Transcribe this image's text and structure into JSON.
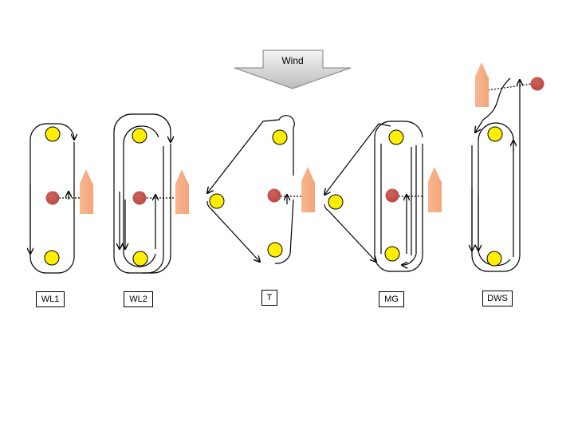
{
  "wind": {
    "label": "Wind"
  },
  "courses": [
    {
      "id": "wl1",
      "label": "WL1"
    },
    {
      "id": "wl2",
      "label": "WL2"
    },
    {
      "id": "t",
      "label": "T"
    },
    {
      "id": "mg",
      "label": "MG"
    },
    {
      "id": "dws",
      "label": "DWS"
    }
  ],
  "colors": {
    "mark": "#ffee00",
    "start_pin": "#c0504d",
    "committee_boat": "#f4a983",
    "course_line": "#000000",
    "wind_arrow": "#d4d4d4"
  },
  "icons": [
    "wind-arrow-icon",
    "mark-icon",
    "start-pin-icon",
    "committee-boat-icon"
  ]
}
